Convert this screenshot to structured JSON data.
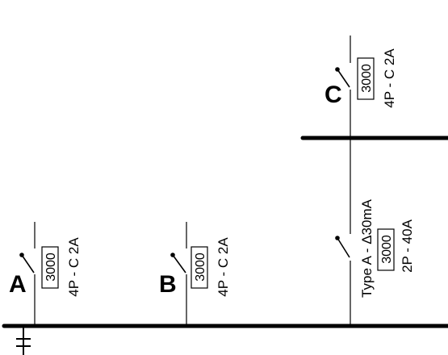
{
  "diagram": {
    "breakers": [
      {
        "label": "A",
        "rating": "3000",
        "spec": "4P - C 2A"
      },
      {
        "label": "B",
        "rating": "3000",
        "spec": "4P - C 2A"
      },
      {
        "label": "C",
        "rating": "3000",
        "spec": "4P - C 2A"
      }
    ],
    "rcd": {
      "rating": "3000",
      "spec": "2P - 40A",
      "type": "Type A - Δ30mA"
    }
  }
}
